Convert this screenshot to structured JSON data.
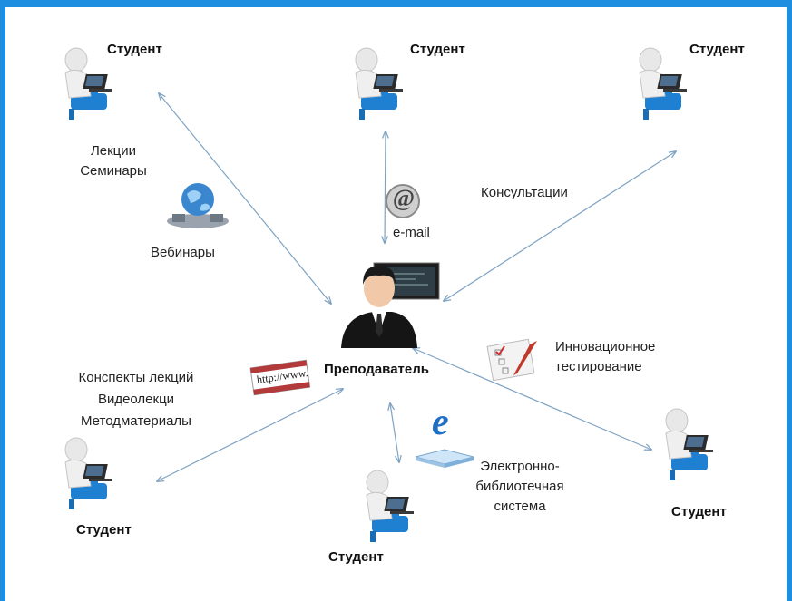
{
  "center": {
    "label": "Преподаватель"
  },
  "students": [
    {
      "id": "top-left",
      "label": "Студент"
    },
    {
      "id": "top-center",
      "label": "Студент"
    },
    {
      "id": "top-right",
      "label": "Студент"
    },
    {
      "id": "bottom-left",
      "label": "Студент"
    },
    {
      "id": "bottom-center",
      "label": "Студент"
    },
    {
      "id": "bottom-right",
      "label": "Студент"
    }
  ],
  "channels": {
    "lectures": "Лекции",
    "seminars": "Семинары",
    "webinars": "Вебинары",
    "email": "e-mail",
    "email_symbol": "@",
    "consultations": "Консультации",
    "innovative": "Инновационное",
    "testing": "тестирование",
    "notes": "Конспекты лекций",
    "video": "Видеолекци",
    "materials": "Методматериалы",
    "elib1": "Электронно-",
    "elib2": "библиотечная",
    "elib3": "система",
    "http": "http://www.",
    "e_logo": "e"
  },
  "colors": {
    "border": "#1e8fe0",
    "arrow": "#7fa3c3",
    "chair_blue": "#1f7fd0"
  },
  "icons": [
    "student-icon",
    "teacher-icon",
    "globe-icon",
    "at-sign-icon",
    "checklist-icon",
    "http-sign-icon",
    "e-book-icon"
  ]
}
